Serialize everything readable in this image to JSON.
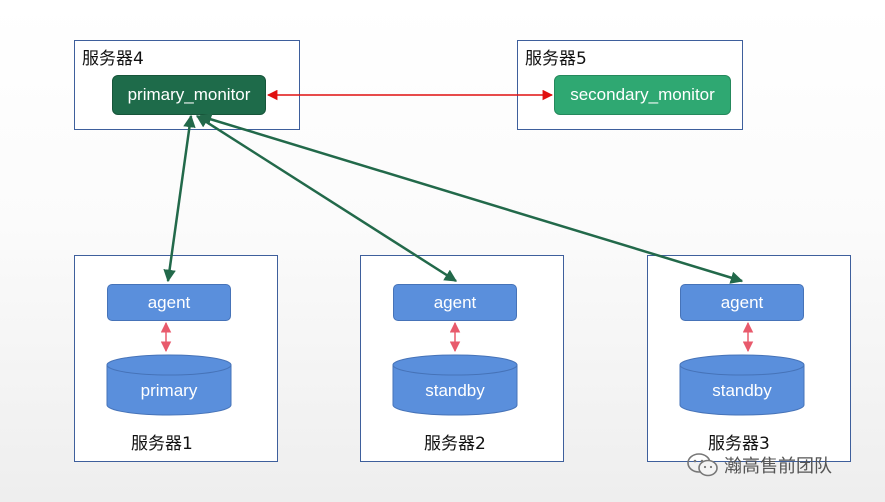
{
  "servers": [
    {
      "label": "服务器4"
    },
    {
      "label": "服务器5"
    },
    {
      "label": "服务器1"
    },
    {
      "label": "服务器2"
    },
    {
      "label": "服务器3"
    }
  ],
  "monitors": {
    "primary": "primary_monitor",
    "secondary": "secondary_monitor"
  },
  "agents": [
    "agent",
    "agent",
    "agent"
  ],
  "databases": [
    "primary",
    "standby",
    "standby"
  ],
  "watermark": "瀚高售前团队",
  "colors": {
    "primary_monitor": "#1e6b4a",
    "secondary_monitor": "#2fa872",
    "node_blue": "#5a8fdc",
    "link_red": "#e01010",
    "link_green": "#22694a",
    "link_pink": "#e85a6c"
  }
}
